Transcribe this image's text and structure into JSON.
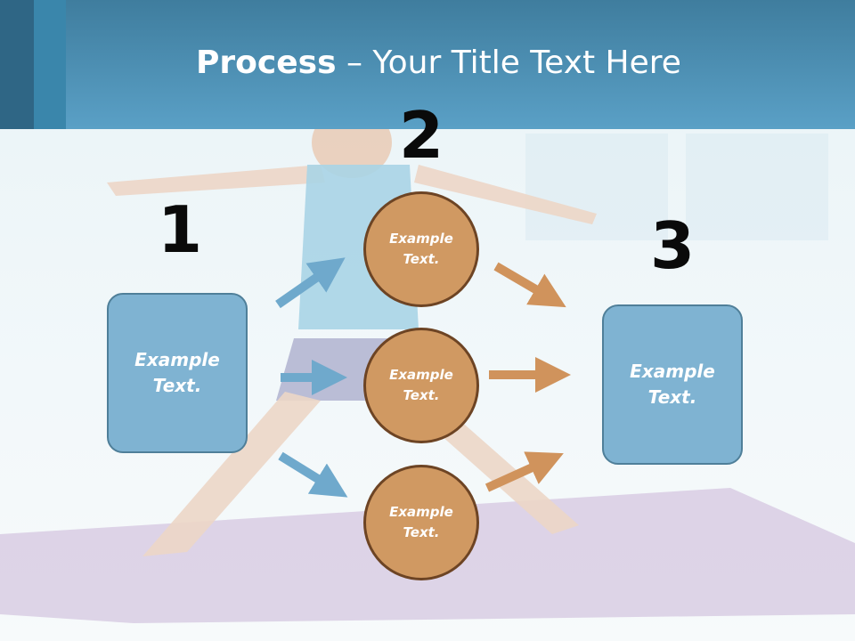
{
  "title": {
    "bold": "Process",
    "rest": " – Your Title Text Here"
  },
  "steps": {
    "one": "1",
    "two": "2",
    "three": "3"
  },
  "left_box": {
    "line1": "Example",
    "line2": "Text."
  },
  "right_box": {
    "line1": "Example",
    "line2": "Text."
  },
  "circles": [
    {
      "line1": "Example",
      "line2": "Text."
    },
    {
      "line1": "Example",
      "line2": "Text."
    },
    {
      "line1": "Example",
      "line2": "Text."
    }
  ],
  "colors": {
    "header": "#5aa0c6",
    "box_fill": "#7fb3d2",
    "circle_fill": "#d09962",
    "blue_arrow": "#6fa9cc",
    "orange_arrow": "#d0935c"
  }
}
